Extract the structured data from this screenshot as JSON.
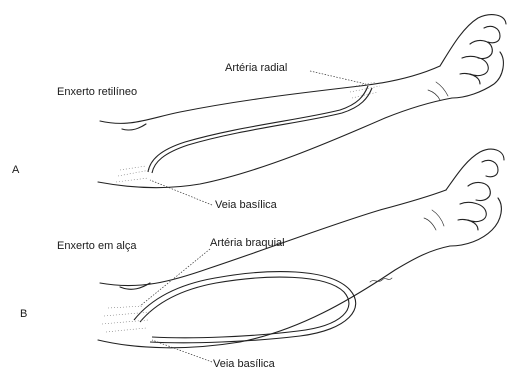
{
  "panel_a": {
    "letter": "A",
    "graft_label": "Enxerto retilíneo",
    "artery_label": "Artéria radial",
    "vein_label": "Veia basílica"
  },
  "panel_b": {
    "letter": "B",
    "graft_label": "Enxerto em alça",
    "artery_label": "Artéria braquial",
    "vein_label": "Veia basílica"
  }
}
